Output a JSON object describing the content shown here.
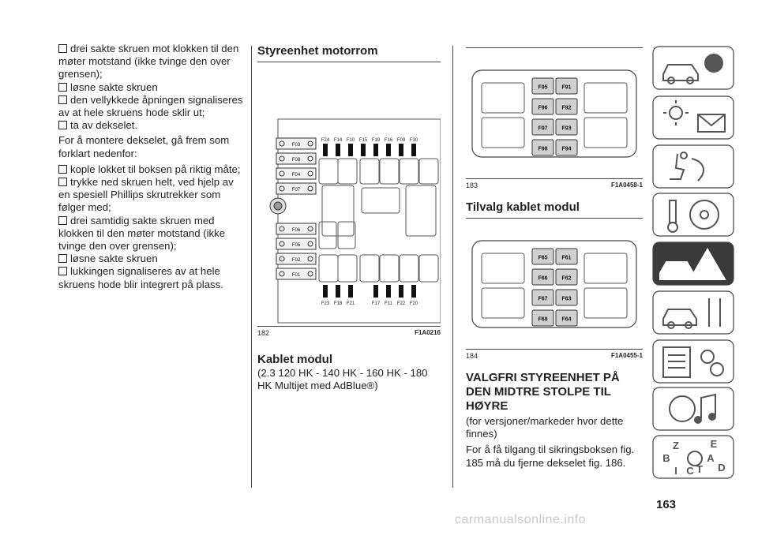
{
  "column1": {
    "items": [
      {
        "kind": "bullet",
        "text": "drei sakte skruen mot klokken til den møter motstand (ikke tvinge den over grensen);"
      },
      {
        "kind": "bullet",
        "text": "løsne sakte skruen"
      },
      {
        "kind": "bullet",
        "text": "den vellykkede åpningen signaliseres av at hele skruens hode sklir ut;"
      },
      {
        "kind": "bullet",
        "text": "ta av dekselet."
      },
      {
        "kind": "para",
        "text": "For å montere dekselet, gå frem som forklart nedenfor:"
      },
      {
        "kind": "bullet",
        "text": "kople lokket til boksen på riktig måte;"
      },
      {
        "kind": "bullet",
        "text": "trykke ned skruen helt, ved hjelp av en spesiell Phillips skrutrekker som følger med;"
      },
      {
        "kind": "bullet",
        "text": "drei samtidig sakte skruen med klokken til den møter motstand (ikke tvinge den over grensen);"
      },
      {
        "kind": "bullet",
        "text": "løsne sakte skruen"
      },
      {
        "kind": "bullet",
        "text": "lukkingen signaliseres av at hele skruens hode blir integrert på plass."
      }
    ]
  },
  "column2": {
    "heading": "Styreenhet motorrom",
    "fig_number": "182",
    "fig_code": "F1A0216",
    "diagram": {
      "left_fuses_top": [
        "F03",
        "F08",
        "F04",
        "F07"
      ],
      "left_fuses_bottom": [
        "F06",
        "F05",
        "F02",
        "F01"
      ],
      "top_labels": [
        "F24",
        "F14",
        "F10",
        "F15",
        "F19",
        "F16",
        "F09",
        "F30"
      ],
      "bottom_labels": [
        "F23",
        "F18",
        "F21",
        "F17",
        "F11",
        "F22",
        "F20"
      ]
    },
    "subheading": "Kablet modul",
    "subtext": "(2.3 120 HK - 140 HK - 160 HK - 180 HK Multijet med AdBlue®)"
  },
  "column3": {
    "fig183": {
      "number": "183",
      "code": "F1A0458-1",
      "fuses": [
        [
          "F95",
          "F91"
        ],
        [
          "F96",
          "F92"
        ],
        [
          "F97",
          "F93"
        ],
        [
          "F98",
          "F94"
        ]
      ]
    },
    "heading": "Tilvalg kablet modul",
    "fig184": {
      "number": "184",
      "code": "F1A0455-1",
      "fuses": [
        [
          "F65",
          "F61"
        ],
        [
          "F66",
          "F62"
        ],
        [
          "F67",
          "F63"
        ],
        [
          "F68",
          "F64"
        ]
      ]
    },
    "heading2": "VALGFRI STYREENHET PÅ DEN MIDTRE STOLPE TIL HØYRE",
    "para1": "(for versjoner/markeder hvor dette finnes)",
    "para2": "For å få tilgang til sikringsboksen fig. 185 må du fjerne dekselet fig. 186."
  },
  "sidebar": {
    "tabs": [
      {
        "icon": "car-info-icon",
        "active": false
      },
      {
        "icon": "dashboard-lights-icon",
        "active": false
      },
      {
        "icon": "seat-airbag-icon",
        "active": false
      },
      {
        "icon": "key-steering-icon",
        "active": false
      },
      {
        "icon": "car-warning-icon",
        "active": true
      },
      {
        "icon": "car-tools-icon",
        "active": false
      },
      {
        "icon": "specs-gears-icon",
        "active": false
      },
      {
        "icon": "media-music-icon",
        "active": false
      },
      {
        "icon": "alphabet-index-icon",
        "active": false
      }
    ],
    "index_letters": [
      "Z",
      "E",
      "B",
      "A",
      "I",
      "C",
      "T",
      "D"
    ],
    "accent_active": "#3a3a3a",
    "accent_inactive": "#ffffff"
  },
  "page_number": "163",
  "footer": "carmanualsonline.info"
}
